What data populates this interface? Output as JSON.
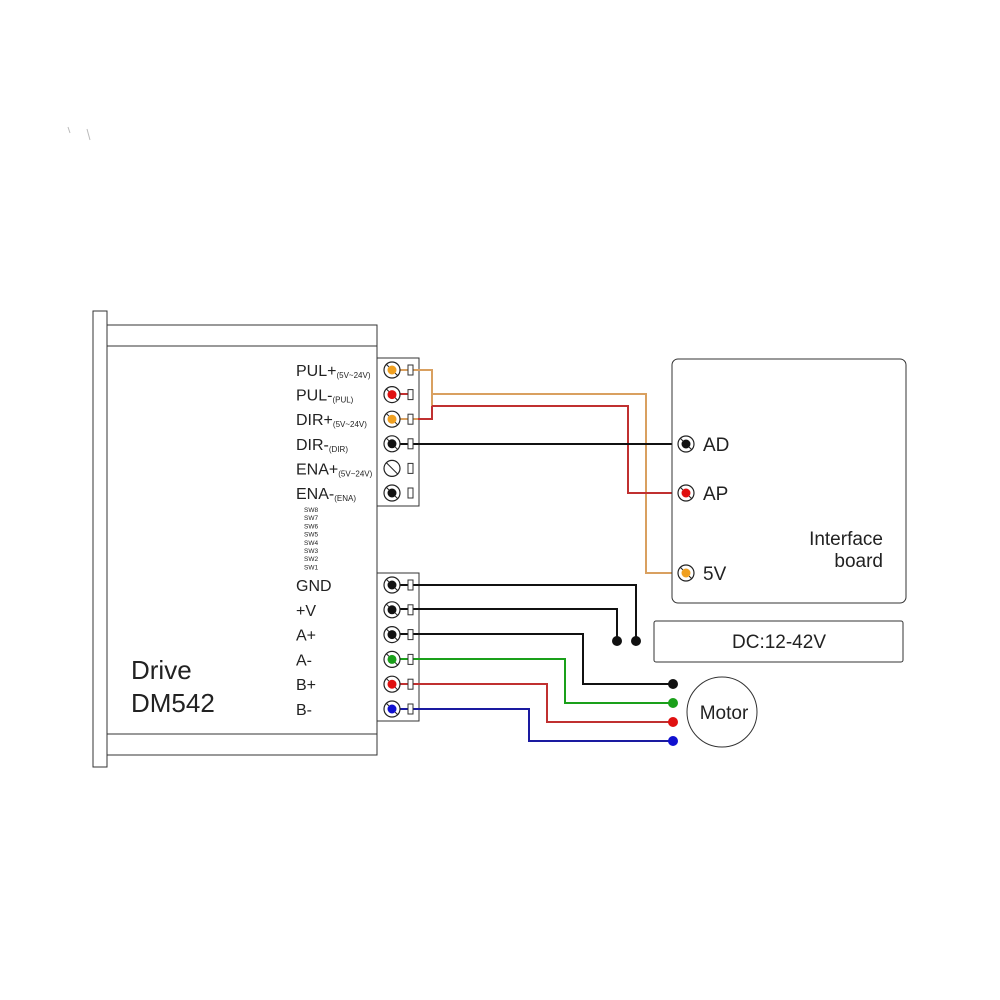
{
  "drive": {
    "title_line1": "Drive",
    "title_line2": "DM542",
    "signal_pins": [
      {
        "name": "PUL+",
        "sub": "(5V~24V)",
        "color": "#f0a020"
      },
      {
        "name": "PUL-",
        "sub": "(PUL)",
        "color": "#e01010"
      },
      {
        "name": "DIR+",
        "sub": "(5V~24V)",
        "color": "#f0a020"
      },
      {
        "name": "DIR-",
        "sub": "(DIR)",
        "color": "#111111"
      },
      {
        "name": "ENA+",
        "sub": "(5V~24V)",
        "color": "none"
      },
      {
        "name": "ENA-",
        "sub": "(ENA)",
        "color": "#111111"
      }
    ],
    "switches": [
      "SW8",
      "SW7",
      "SW6",
      "SW5",
      "SW4",
      "SW3",
      "SW2",
      "SW1"
    ],
    "power_pins": [
      {
        "name": "GND",
        "color": "#111111"
      },
      {
        "name": "+V",
        "color": "#111111"
      },
      {
        "name": "A+",
        "color": "#111111"
      },
      {
        "name": "A-",
        "color": "#1aa01a"
      },
      {
        "name": "B+",
        "color": "#e01010"
      },
      {
        "name": "B-",
        "color": "#1010d0"
      }
    ]
  },
  "interface_board": {
    "title_line1": "Interface",
    "title_line2": "board",
    "pins": [
      {
        "name": "AD",
        "color": "#111111"
      },
      {
        "name": "AP",
        "color": "#e01010"
      },
      {
        "name": "5V",
        "color": "#f0a020"
      }
    ]
  },
  "power_supply": {
    "label": "DC:12-42V"
  },
  "motor": {
    "label": "Motor"
  },
  "colors": {
    "orange_wire": "#d9a060",
    "red_wire": "#c03030",
    "black_wire": "#111111",
    "green_wire": "#1aa01a",
    "blue_wire": "#1a1aa0"
  }
}
